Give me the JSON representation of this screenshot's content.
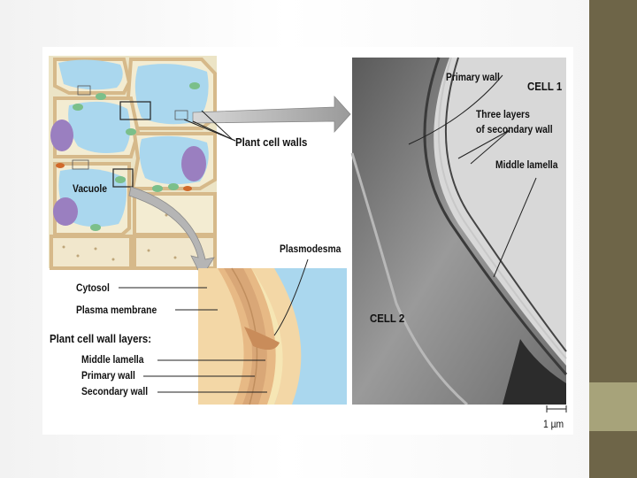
{
  "labels": {
    "primary_wall_top": "Primary wall",
    "cell1": "CELL 1",
    "three_layers_1": "Three layers",
    "three_layers_2": "of secondary wall",
    "middle_lamella_top": "Middle lamella",
    "plant_cell_walls": "Plant cell walls",
    "vacuole": "Vacuole",
    "plasmodesma": "Plasmodesma",
    "cytosol": "Cytosol",
    "plasma_membrane": "Plasma membrane",
    "wall_layers": "Plant cell wall layers:",
    "middle_lamella": "Middle lamella",
    "primary_wall": "Primary wall",
    "secondary_wall": "Secondary wall",
    "cell2": "CELL 2",
    "scale": "1 µm"
  },
  "colors": {
    "sidebar": "#6e6548",
    "sidebar_accent": "#a7a37a",
    "vacuole": "#aad7ee",
    "cell_wall": "#f0d9b4",
    "cytoplasm": "#f3ecd2",
    "nucleus": "#9a7fc0",
    "chloroplast": "#7bbf8a"
  }
}
